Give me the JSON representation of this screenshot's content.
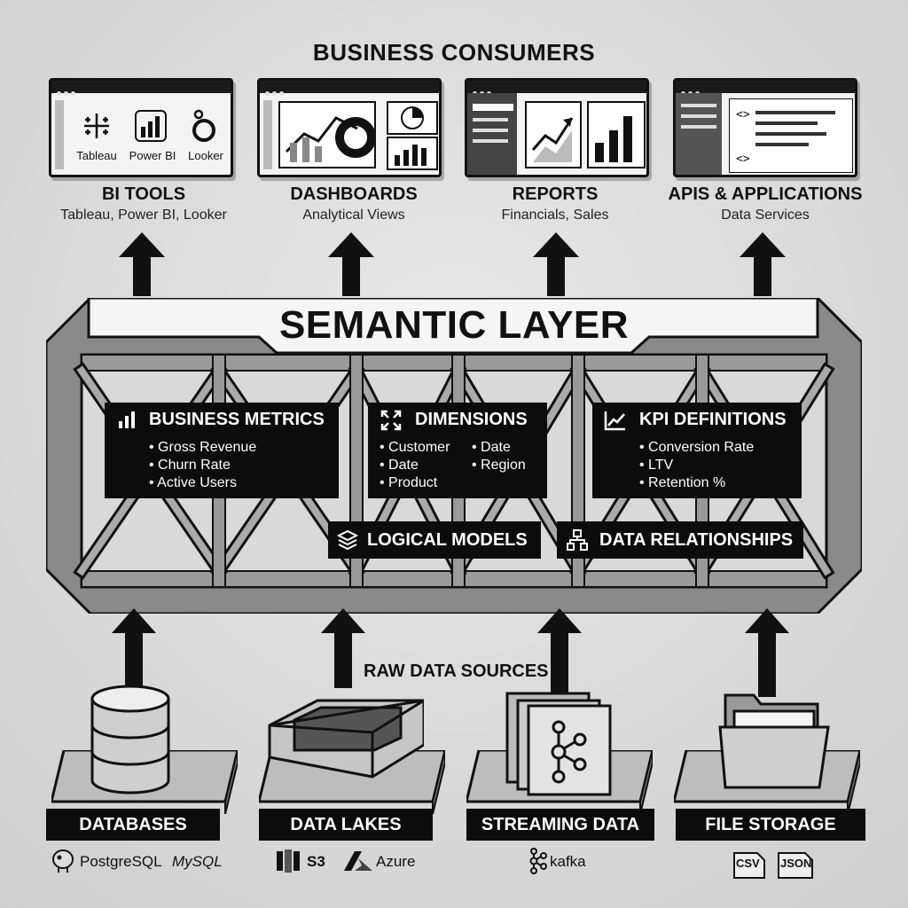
{
  "header": {
    "title": "BUSINESS CONSUMERS"
  },
  "consumers": [
    {
      "title": "BI TOOLS",
      "subtitle": "Tableau, Power BI, Looker"
    },
    {
      "title": "DASHBOARDS",
      "subtitle": "Analytical Views"
    },
    {
      "title": "REPORTS",
      "subtitle": "Financials, Sales"
    },
    {
      "title": "APIS & APPLICATIONS",
      "subtitle": "Data Services"
    }
  ],
  "bi_tools": [
    "Tableau",
    "Power BI",
    "Looker"
  ],
  "semantic_layer": {
    "title": "SEMANTIC LAYER",
    "business_metrics": {
      "title": "BUSINESS METRICS",
      "items": [
        "Gross Revenue",
        "Churn Rate",
        "Active Users"
      ]
    },
    "dimensions": {
      "title": "DIMENSIONS",
      "items": [
        "Customer",
        "Date",
        "Product",
        "Date",
        "Region"
      ]
    },
    "kpi_definitions": {
      "title": "KPI DEFINITIONS",
      "items": [
        "Conversion Rate",
        "LTV",
        "Retention %"
      ]
    },
    "logical_models": "LOGICAL MODELS",
    "data_relationships": "DATA RELATIONSHIPS"
  },
  "raw": {
    "title": "RAW DATA SOURCES"
  },
  "sources": [
    {
      "title": "DATABASES",
      "tech": [
        "PostgreSQL",
        "MySQL"
      ]
    },
    {
      "title": "DATA LAKES",
      "tech": [
        "S3",
        "Azure"
      ]
    },
    {
      "title": "STREAMING DATA",
      "tech": [
        "kafka"
      ]
    },
    {
      "title": "FILE STORAGE",
      "tech": [
        "CSV",
        "JSON"
      ]
    }
  ],
  "colors": {
    "ink": "#111111",
    "panel": "#0c0c0c",
    "paper": "#dcdcdc"
  }
}
